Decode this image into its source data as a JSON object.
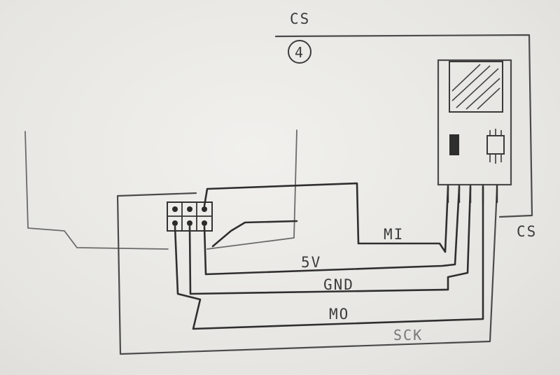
{
  "labels": {
    "cs_top": "CS",
    "cs_top_number": "4",
    "cs_right": "CS",
    "mi": "MI",
    "v5": "5V",
    "gnd": "GND",
    "mo": "MO",
    "sck": "SCK"
  }
}
